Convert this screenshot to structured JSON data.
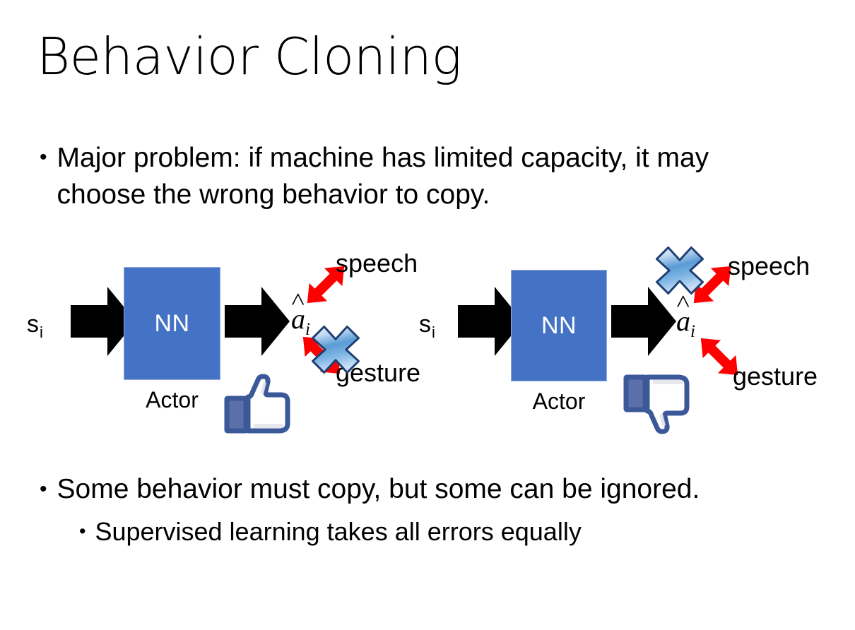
{
  "slide": {
    "title": "Behavior Cloning",
    "background_color": "#FFFFFF",
    "text_color": "#000000"
  },
  "bullets": {
    "bullet_char": "•",
    "top": "Major problem: if machine has limited capacity, it may choose the wrong behavior to copy.",
    "bottom_1": "Some behavior must copy, but some can be ignored.",
    "bottom_2": "Supervised learning takes all errors equally"
  },
  "colors": {
    "nn_box_fill": "#4472C4",
    "nn_box_border": "#8FAADC",
    "nn_box_text": "#FFFFFF",
    "arrow_black": "#000000",
    "arrow_red": "#FF0000",
    "x_blue_light": "#DCE9F8",
    "x_blue_mid": "#6FA8DC",
    "x_blue_dark": "#2E5FA3",
    "x_outline": "#1F3F73",
    "thumb_outline": "#3B5998",
    "thumb_fill": "#FFFFFF",
    "thumb_shade": "#E4E6EB",
    "thumb_cuff": "#5B6FA8"
  },
  "diagrams": [
    {
      "id": "left",
      "state_label": "s",
      "state_subscript": "i",
      "nn_label": "NN",
      "actor_label": "Actor",
      "action_label": "a",
      "action_subscript": "i",
      "output_top": "speech",
      "output_bottom": "gesture",
      "crossed_out": "gesture",
      "feedback_icon": "thumbs-up-icon",
      "feedback_meaning": "like"
    },
    {
      "id": "right",
      "state_label": "s",
      "state_subscript": "i",
      "nn_label": "NN",
      "actor_label": "Actor",
      "action_label": "a",
      "action_subscript": "i",
      "output_top": "speech",
      "output_bottom": "gesture",
      "crossed_out": "speech",
      "feedback_icon": "thumbs-down-icon",
      "feedback_meaning": "dislike"
    }
  ]
}
